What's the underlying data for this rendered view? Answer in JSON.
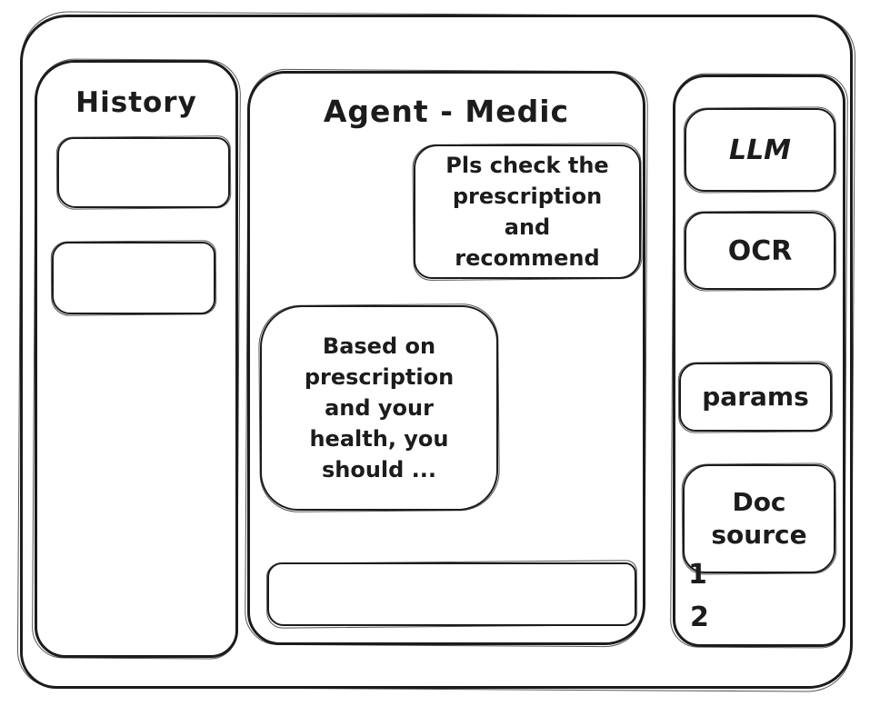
{
  "window": {
    "background": "#ffffff",
    "stroke_color": "#1c1c1c"
  },
  "history_panel": {
    "title": "History",
    "items": [
      "",
      ""
    ]
  },
  "chat_panel": {
    "title": "Agent - Medic",
    "messages": [
      {
        "role": "user",
        "text": "Pls check the prescription and recommend"
      },
      {
        "role": "assistant",
        "text": "Based on prescription and your health, you should ..."
      }
    ],
    "input_value": ""
  },
  "tools_panel": {
    "buttons": [
      {
        "label": "LLM"
      },
      {
        "label": "OCR"
      },
      {
        "label": "params"
      },
      {
        "label": "Doc source"
      }
    ],
    "doc_items": [
      "1",
      "2"
    ]
  }
}
